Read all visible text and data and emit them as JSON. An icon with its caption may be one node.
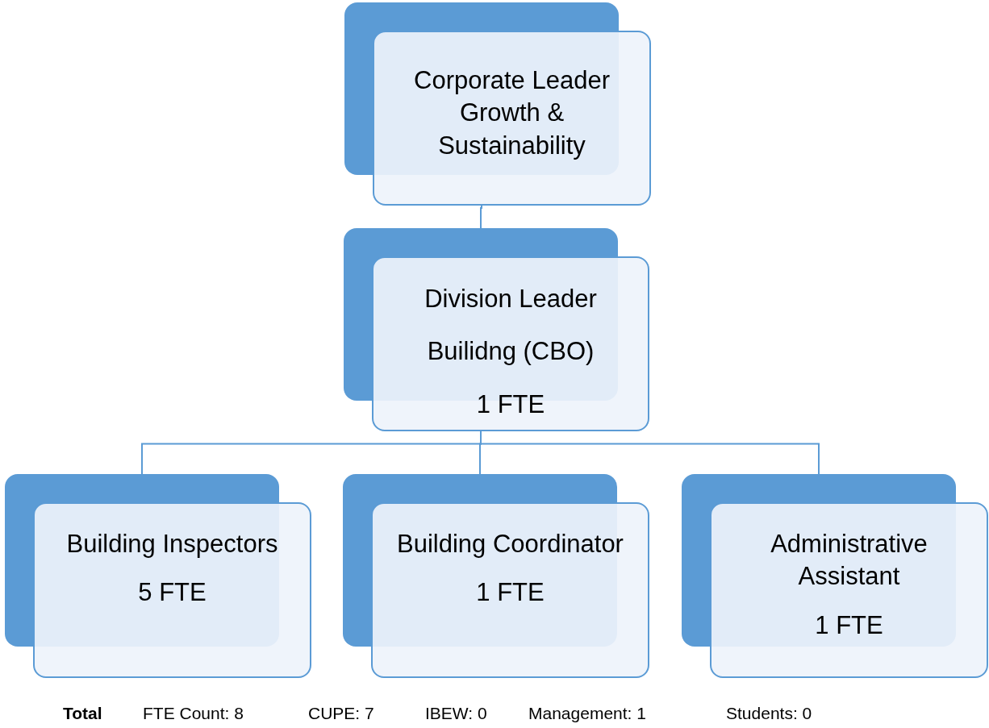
{
  "diagram": {
    "nodes": [
      {
        "text": [
          "Corporate Leader Growth & Sustainability"
        ]
      },
      {
        "text": [
          "Division Leader Builidng (CBO)",
          "1 FTE"
        ]
      },
      {
        "text": [
          "Building Inspectors",
          "5 FTE"
        ]
      },
      {
        "text": [
          "Building Coordinator",
          "1 FTE"
        ]
      },
      {
        "text": [
          "Administrative Assistant",
          "1 FTE"
        ]
      }
    ],
    "edges": [
      {
        "from": 0,
        "to": 1,
        "arrow": "none"
      },
      {
        "from": 1,
        "to": 2,
        "arrow": "none"
      },
      {
        "from": 1,
        "to": 3,
        "arrow": "none"
      },
      {
        "from": 1,
        "to": 4,
        "arrow": "none"
      }
    ],
    "labels": [
      "Total",
      "FTE Count: 8",
      "CUPE: 7",
      "IBEW: 0",
      "Management: 1",
      "Students: 0"
    ]
  }
}
